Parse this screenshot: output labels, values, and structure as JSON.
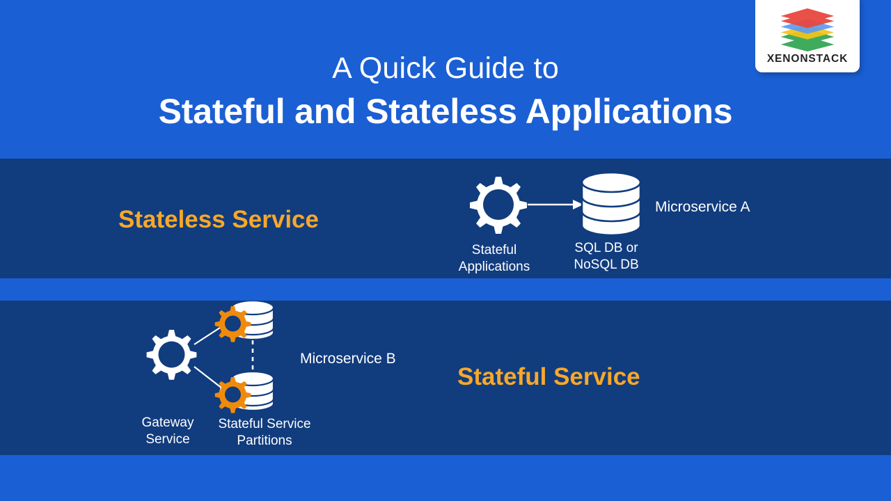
{
  "brand": {
    "logo_word": "XENONSTACK",
    "logo_icon": "stacked-layers-icon",
    "layer_colors": [
      "#E8473F",
      "#5B9BF0",
      "#F5C218",
      "#2FA44F"
    ]
  },
  "colors": {
    "background_blue": "#1B5FD4",
    "band_navy": "#113C7E",
    "accent_orange": "#F7A82A",
    "text_white": "#FFFFFF"
  },
  "title": {
    "line1": "A Quick Guide to",
    "line2": "Stateful and Stateless Applications"
  },
  "sections": [
    {
      "heading": "Stateless Service",
      "side_label": "Microservice A",
      "figure": {
        "nodes": [
          {
            "icon": "gear-icon",
            "caption": "Stateful\nApplications"
          },
          {
            "icon": "database-icon",
            "caption": "SQL DB or\nNoSQL DB"
          }
        ],
        "connector": "solid-arrow"
      }
    },
    {
      "heading": "Stateful Service",
      "side_label": "Microservice B",
      "figure": {
        "nodes": [
          {
            "icon": "gear-icon",
            "caption": "Gateway\nService"
          },
          {
            "icon": "database-with-gear-icon",
            "caption": "Stateful Service\nPartitions"
          }
        ],
        "connector": "two-solid-arrows",
        "partition_link": "dashed-line"
      }
    }
  ]
}
